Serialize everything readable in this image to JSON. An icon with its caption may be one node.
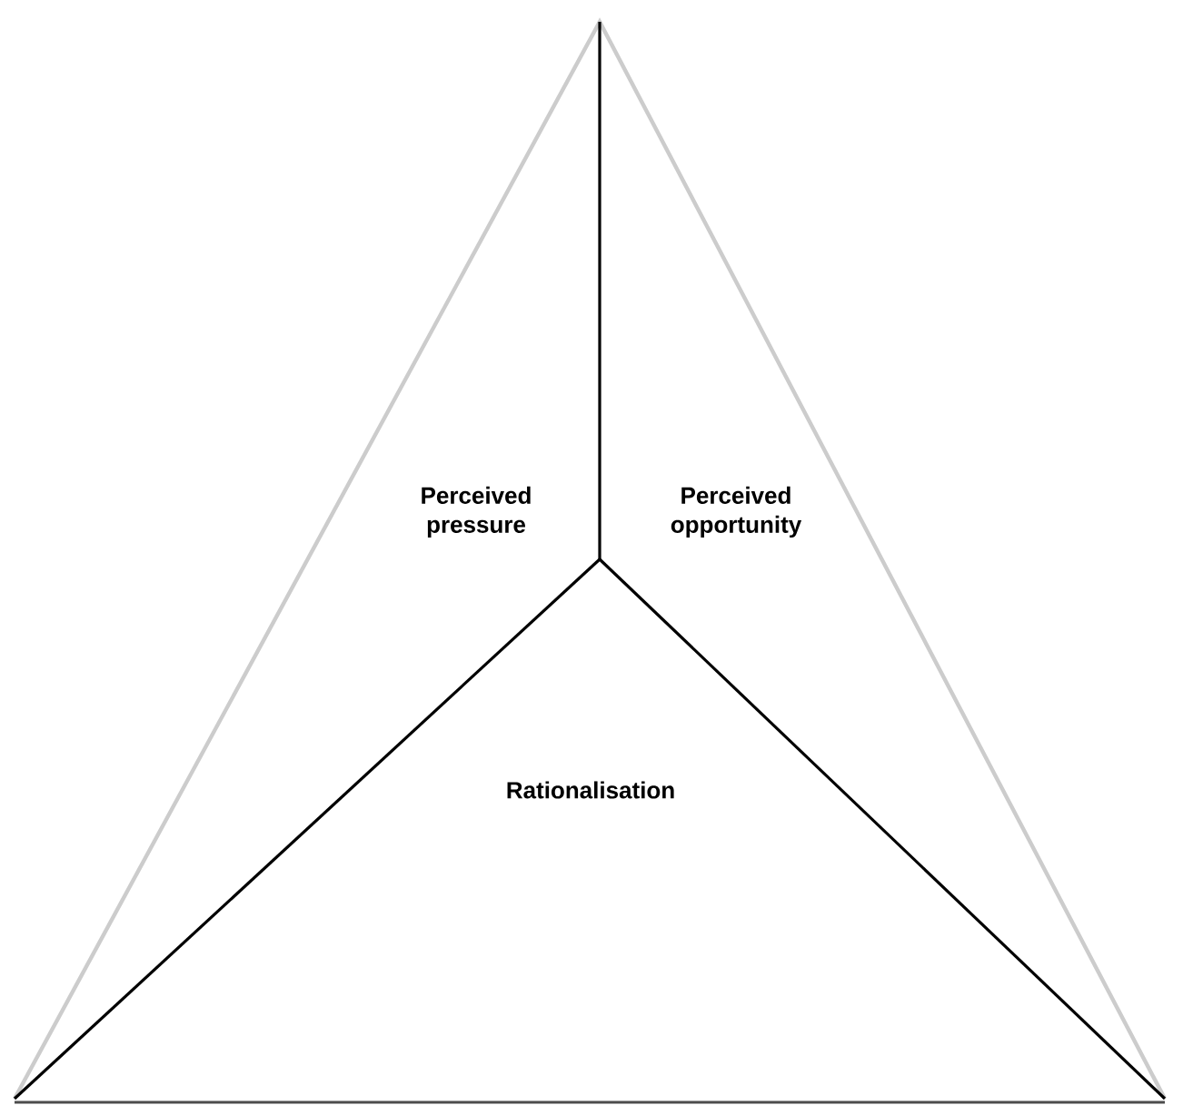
{
  "diagram": {
    "labels": [
      "Perceived pressure",
      "Perceived opportunity",
      "Rationalisation"
    ]
  }
}
